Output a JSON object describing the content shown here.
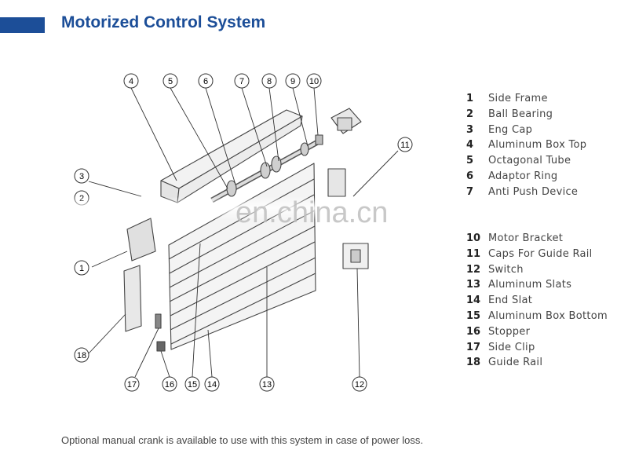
{
  "header": {
    "title": "Motorized Control System",
    "accent": "#1c4e98"
  },
  "callouts": [
    "4",
    "5",
    "6",
    "7",
    "8",
    "9",
    "10",
    "11",
    "3",
    "2",
    "1",
    "18",
    "17",
    "16",
    "15",
    "14",
    "13",
    "12"
  ],
  "legend_top": [
    {
      "num": "1",
      "label": "Side Frame"
    },
    {
      "num": "2",
      "label": "Ball Bearing"
    },
    {
      "num": "3",
      "label": "Eng Cap"
    },
    {
      "num": "4",
      "label": "Aluminum Box Top"
    },
    {
      "num": "5",
      "label": "Octagonal Tube"
    },
    {
      "num": "6",
      "label": "Adaptor Ring"
    },
    {
      "num": "7",
      "label": "Anti Push Device"
    }
  ],
  "legend_bottom": [
    {
      "num": "10",
      "label": "Motor Bracket"
    },
    {
      "num": "11",
      "label": "Caps For Guide Rail"
    },
    {
      "num": "12",
      "label": "Switch"
    },
    {
      "num": "13",
      "label": "Aluminum Slats"
    },
    {
      "num": "14",
      "label": "End Slat"
    },
    {
      "num": "15",
      "label": "Aluminum Box Bottom"
    },
    {
      "num": "16",
      "label": "Stopper"
    },
    {
      "num": "17",
      "label": "Side Clip"
    },
    {
      "num": "18",
      "label": "Guide Rail"
    }
  ],
  "watermark": "en.china.cn",
  "footer": "Optional manual crank is available to use with this system in case of power loss."
}
